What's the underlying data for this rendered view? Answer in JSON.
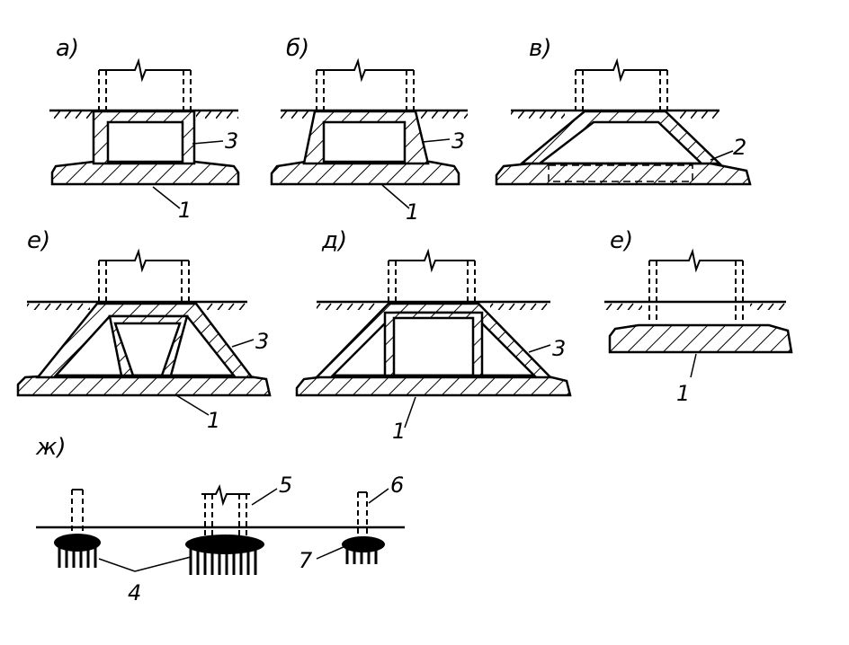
{
  "panels": {
    "a": {
      "label": "а)",
      "slab_number": "1",
      "wall_number": "3"
    },
    "b": {
      "label": "б)",
      "slab_number": "1",
      "wall_number": "3"
    },
    "v": {
      "label": "в)",
      "wall_number": "2"
    },
    "g": {
      "label": "е)",
      "slab_number": "1",
      "wall_number": "3"
    },
    "d": {
      "label": "д)",
      "slab_number": "1",
      "wall_number": "3"
    },
    "e": {
      "label": "е)",
      "slab_number": "1"
    },
    "zh": {
      "label": "ж)",
      "piles_number": "4",
      "column_left_number": "5",
      "column_right_number": "6",
      "cap_number": "7"
    }
  }
}
